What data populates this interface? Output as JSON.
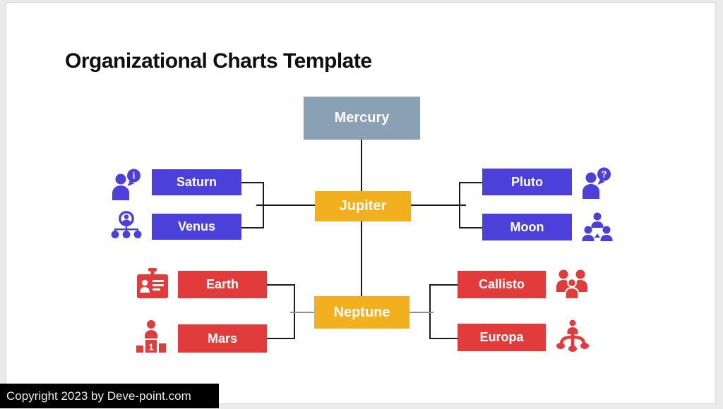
{
  "slide": {
    "title": "Organizational Charts Template",
    "copyright": "Copyright 2023 by Deve-point.com"
  },
  "org_chart": {
    "nodes": {
      "mercury": {
        "label": "Mercury",
        "color": "#8AA0B4",
        "level": 1
      },
      "jupiter": {
        "label": "Jupiter",
        "color": "#F2AF1E",
        "level": 2
      },
      "saturn": {
        "label": "Saturn",
        "color": "#4B40D9",
        "parent": "Jupiter",
        "icon": "person-info-icon"
      },
      "venus": {
        "label": "Venus",
        "color": "#4B40D9",
        "parent": "Jupiter",
        "icon": "hierarchy-icon"
      },
      "pluto": {
        "label": "Pluto",
        "color": "#4B40D9",
        "parent": "Jupiter",
        "icon": "person-question-icon"
      },
      "moon": {
        "label": "Moon",
        "color": "#4B40D9",
        "parent": "Jupiter",
        "icon": "team-icon"
      },
      "neptune": {
        "label": "Neptune",
        "color": "#F2AF1E",
        "level": 3
      },
      "earth": {
        "label": "Earth",
        "color": "#E23B3B",
        "parent": "Neptune",
        "icon": "id-badge-icon"
      },
      "mars": {
        "label": "Mars",
        "color": "#E23B3B",
        "parent": "Neptune",
        "icon": "podium-winner-icon"
      },
      "callisto": {
        "label": "Callisto",
        "color": "#E23B3B",
        "parent": "Neptune",
        "icon": "team-group-icon"
      },
      "europa": {
        "label": "Europa",
        "color": "#E23B3B",
        "parent": "Neptune",
        "icon": "delegation-tree-icon"
      }
    },
    "icon_glyphs": {
      "info": "i",
      "question": "?",
      "podium_rank": "1"
    },
    "colors": {
      "line_black": "#1a1a1a",
      "line_gray": "#8f8f8f"
    }
  }
}
